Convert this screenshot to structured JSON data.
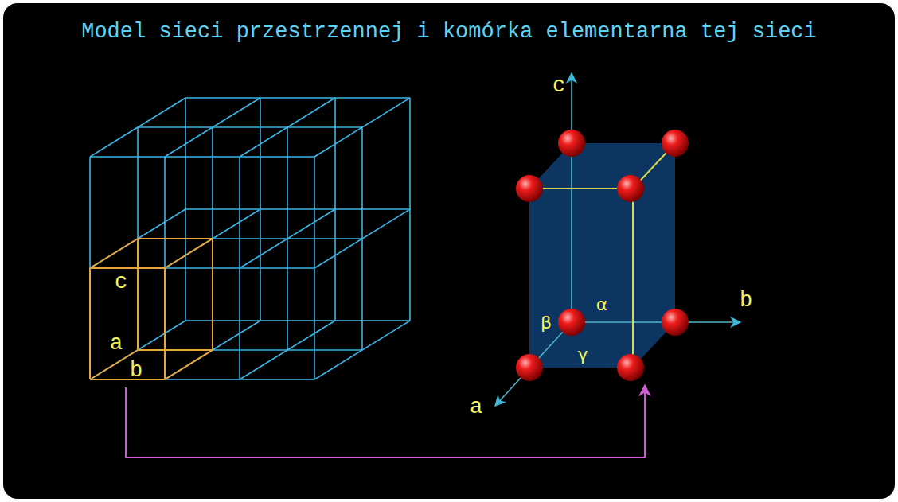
{
  "diagram": {
    "title": "Model sieci przestrzennej i komórka elementarna tej sieci",
    "labels": [
      "c",
      "a",
      "b",
      "c",
      "β",
      "α",
      "b",
      "γ",
      "a"
    ]
  }
}
